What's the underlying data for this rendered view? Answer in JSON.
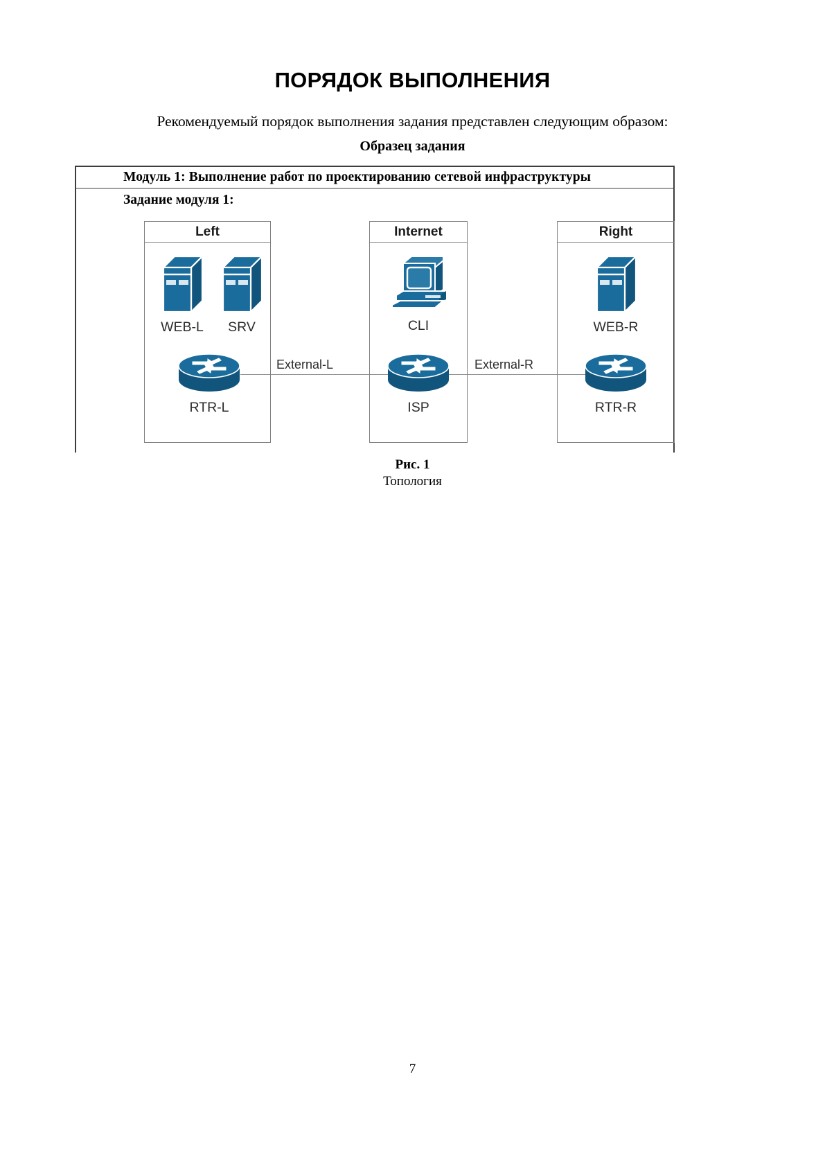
{
  "document": {
    "title": "ПОРЯДОК ВЫПОЛНЕНИЯ",
    "intro": "Рекомендуемый порядок выполнения задания представлен следующим образом:",
    "sample_heading": "Образец задания",
    "page_number": "7"
  },
  "figure": {
    "module_header": "Модуль 1: Выполнение работ по проектированию сетевой инфраструктуры",
    "module_task": "Задание модуля 1:",
    "caption": "Рис. 1",
    "caption_sub": "Топология"
  },
  "diagram": {
    "accent_color": "#1a6c9c",
    "accent_dark": "#12557c",
    "accent_light": "#cfe3ef",
    "border_color": "#808080",
    "zones": [
      {
        "id": "left",
        "label": "Left"
      },
      {
        "id": "internet",
        "label": "Internet"
      },
      {
        "id": "right",
        "label": "Right"
      }
    ],
    "nodes": [
      {
        "id": "web-l",
        "label": "WEB-L",
        "type": "server",
        "zone": "left"
      },
      {
        "id": "srv",
        "label": "SRV",
        "type": "server",
        "zone": "left"
      },
      {
        "id": "rtr-l",
        "label": "RTR-L",
        "type": "router",
        "zone": "left"
      },
      {
        "id": "cli",
        "label": "CLI",
        "type": "workstation",
        "zone": "internet"
      },
      {
        "id": "isp",
        "label": "ISP",
        "type": "router",
        "zone": "internet"
      },
      {
        "id": "web-r",
        "label": "WEB-R",
        "type": "server",
        "zone": "right"
      },
      {
        "id": "rtr-r",
        "label": "RTR-R",
        "type": "router",
        "zone": "right"
      }
    ],
    "links": [
      {
        "id": "external-l",
        "label": "External-L",
        "from": "rtr-l",
        "to": "isp"
      },
      {
        "id": "external-r",
        "label": "External-R",
        "from": "isp",
        "to": "rtr-r"
      }
    ]
  }
}
